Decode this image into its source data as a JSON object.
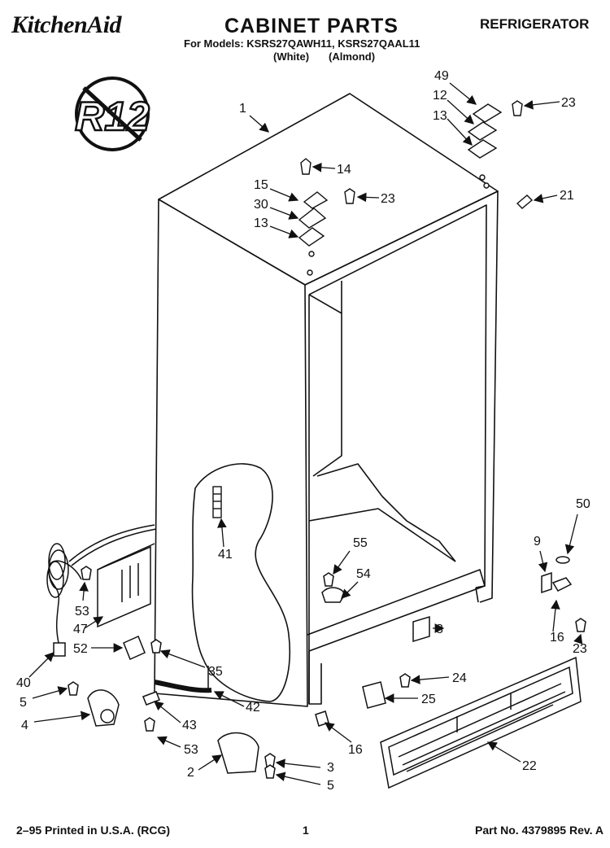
{
  "header": {
    "brand": "KitchenAid",
    "title": "CABINET PARTS",
    "appliance": "REFRIGERATOR",
    "models_line": "For Models: KSRS27QAWH11, KSRS27QAAL11",
    "color_white": "(White)",
    "color_almond": "(Almond)"
  },
  "badge": {
    "text": "R12"
  },
  "callouts": {
    "c1": "1",
    "c49": "49",
    "c12": "12",
    "c13a": "13",
    "c23a": "23",
    "c14": "14",
    "c15": "15",
    "c30": "30",
    "c13b": "13",
    "c23b": "23",
    "c21": "21",
    "c41": "41",
    "c55": "55",
    "c54": "54",
    "c8": "8",
    "c50": "50",
    "c9": "9",
    "c16a": "16",
    "c23c": "23",
    "c53a": "53",
    "c47": "47",
    "c52": "52",
    "c35": "35",
    "c40": "40",
    "c5a": "5",
    "c4": "4",
    "c42": "42",
    "c43": "43",
    "c53b": "53",
    "c2": "2",
    "c3": "3",
    "c5b": "5",
    "c24": "24",
    "c25": "25",
    "c16b": "16",
    "c22": "22"
  },
  "footer": {
    "left": "2–95 Printed in U.S.A. (RCG)",
    "center": "1",
    "right": "Part No. 4379895 Rev. A"
  }
}
